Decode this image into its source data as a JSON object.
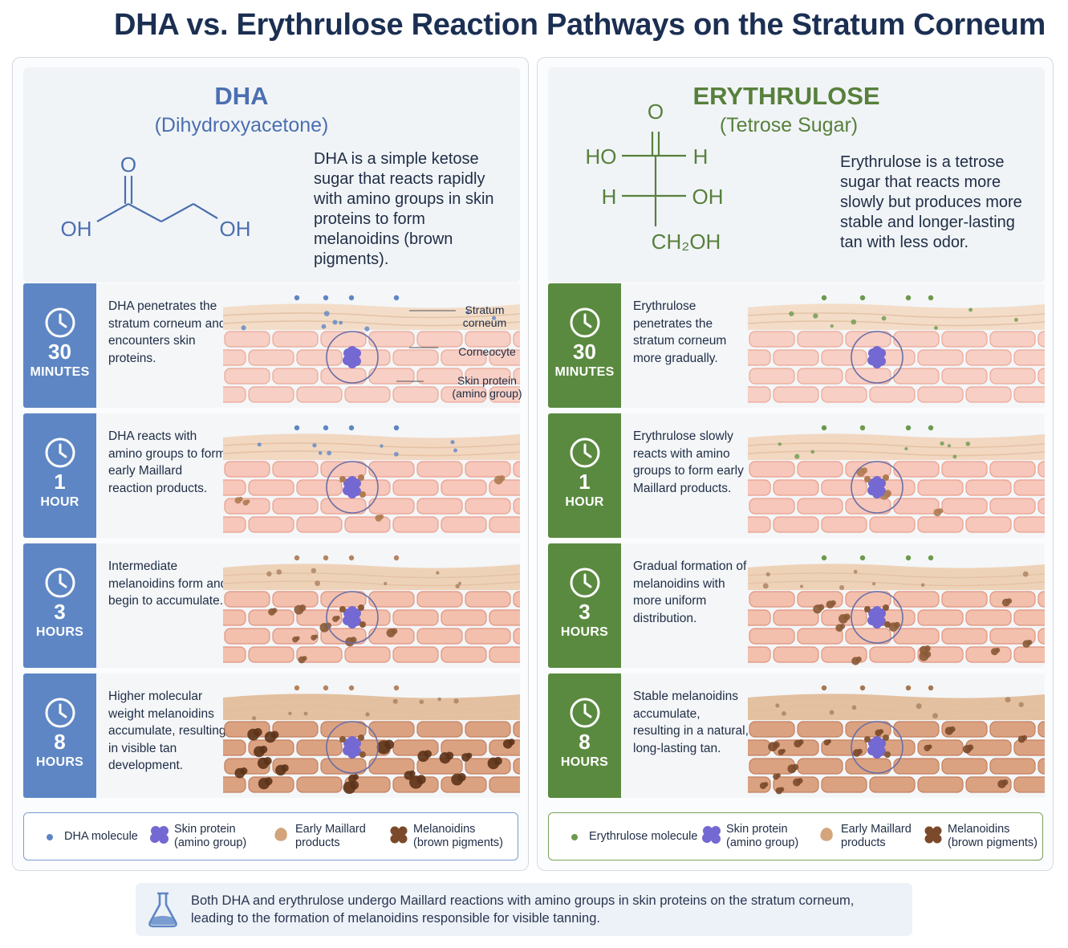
{
  "title": "DHA vs. Erythrulose Reaction Pathways on the Stratum Corneum",
  "colors": {
    "dha_accent": "#5e86c4",
    "ery_accent": "#5a8a3f",
    "protein": "#7b6fd6",
    "early_maillard": "#c9956a",
    "melanoidin": "#7a4a2a",
    "skin_cells": "#f6c9bd"
  },
  "dha": {
    "name": "DHA",
    "subtitle": "(Dihydroxyacetone)",
    "description": "DHA is a simple ketose sugar that reacts rapidly with amino groups in skin proteins to form melanoidins (brown pigments).",
    "structure": {
      "o": "O",
      "oh_left": "OH",
      "oh_right": "OH"
    },
    "annotations": {
      "stratum": "Stratum corneum",
      "corneocyte": "Corneocyte",
      "protein": "Skin protein (amino group)"
    },
    "stages": [
      {
        "num": "30",
        "unit": "MINUTES",
        "text": "DHA penetrates the stratum corneum and encounters skin proteins.",
        "stage": 0
      },
      {
        "num": "1",
        "unit": "HOUR",
        "text": "DHA reacts with amino groups to form early Maillard reaction products.",
        "stage": 1
      },
      {
        "num": "3",
        "unit": "HOURS",
        "text": "Intermediate melanoidins form and begin to accumulate.",
        "stage": 2
      },
      {
        "num": "8",
        "unit": "HOURS",
        "text": "Higher molecular weight melanoidins accumulate, resulting in visible tan development.",
        "stage": 3
      }
    ],
    "legend": [
      {
        "icon": "dot",
        "label": "DHA molecule"
      },
      {
        "icon": "protein",
        "label": "Skin protein (amino group)"
      },
      {
        "icon": "early",
        "label": "Early Maillard products"
      },
      {
        "icon": "melanoidin",
        "label": "Melanoidins (brown pigments)"
      }
    ]
  },
  "ery": {
    "name": "ERYTHRULOSE",
    "subtitle": "(Tetrose Sugar)",
    "description": "Erythrulose is a tetrose sugar that reacts more slowly but produces more stable and longer-lasting tan with less odor.",
    "structure": {
      "o": "O",
      "ho": "HO",
      "h1": "H",
      "h2": "H",
      "oh": "OH",
      "ch2oh": "CH₂OH"
    },
    "stages": [
      {
        "num": "30",
        "unit": "MINUTES",
        "text": "Erythrulose penetrates the stratum corneum more gradually.",
        "stage": 0
      },
      {
        "num": "1",
        "unit": "HOUR",
        "text": "Erythrulose slowly reacts with amino groups to form early Maillard products.",
        "stage": 1
      },
      {
        "num": "3",
        "unit": "HOURS",
        "text": "Gradual formation of melanoidins with more uniform distribution.",
        "stage": 2
      },
      {
        "num": "8",
        "unit": "HOURS",
        "text": "Stable melanoidins accumulate, resulting in a natural, long-lasting tan.",
        "stage": 3
      }
    ],
    "legend": [
      {
        "icon": "dot",
        "label": "Erythrulose molecule"
      },
      {
        "icon": "protein",
        "label": "Skin protein (amino group)"
      },
      {
        "icon": "early",
        "label": "Early Maillard products"
      },
      {
        "icon": "melanoidin",
        "label": "Melanoidins (brown pigments)"
      }
    ]
  },
  "footer": {
    "text": "Both DHA and erythrulose undergo Maillard reactions with amino groups in skin proteins on the stratum corneum, leading to the formation of melanoidins responsible for visible tanning."
  }
}
